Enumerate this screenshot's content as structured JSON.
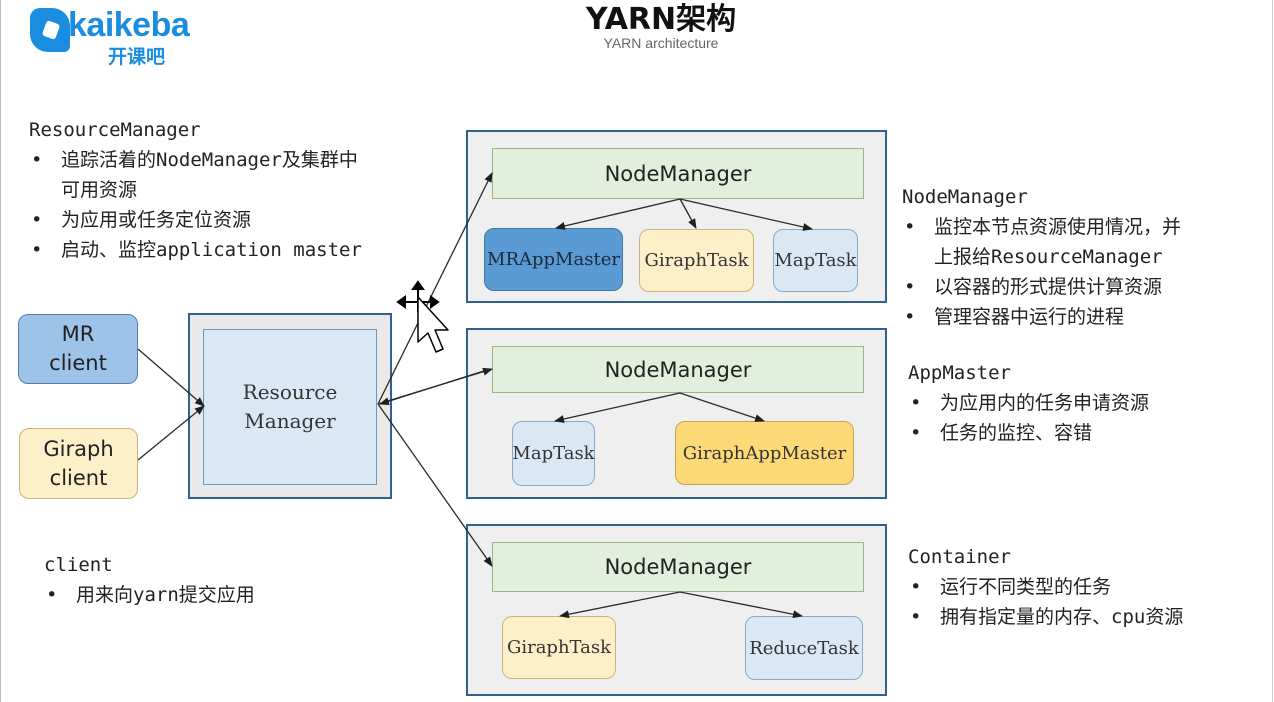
{
  "logo": {
    "brand": "kaikeba",
    "sub": "开课吧"
  },
  "header": {
    "title": "YARN架构",
    "subtitle": "YARN architecture"
  },
  "resource_manager_desc": {
    "heading": "ResourceManager",
    "items": [
      "追踪活着的NodeManager及集群中",
      "可用资源",
      "为应用或任务定位资源",
      "启动、监控application master"
    ]
  },
  "client_desc": {
    "heading": "client",
    "items": [
      "用来向yarn提交应用"
    ]
  },
  "node_manager_desc": {
    "heading": "NodeManager",
    "items": [
      "监控本节点资源使用情况，并",
      "上报给ResourceManager",
      "以容器的形式提供计算资源",
      "管理容器中运行的进程"
    ]
  },
  "app_master_desc": {
    "heading": "AppMaster",
    "items": [
      "为应用内的任务申请资源",
      "任务的监控、容错"
    ]
  },
  "container_desc": {
    "heading": "Container",
    "items": [
      "运行不同类型的任务",
      "拥有指定量的内存、cpu资源"
    ]
  },
  "clients": {
    "mr": [
      "MR",
      "client"
    ],
    "giraph": [
      "Giraph",
      "client"
    ]
  },
  "resource_manager_box": {
    "line1": "Resource",
    "line2": "Manager"
  },
  "nodes": [
    {
      "label": "NodeManager",
      "tasks": [
        "MRAppMaster",
        "GiraphTask",
        "MapTask"
      ]
    },
    {
      "label": "NodeManager",
      "tasks": [
        "MapTask",
        "GiraphAppMaster"
      ]
    },
    {
      "label": "NodeManager",
      "tasks": [
        "GiraphTask",
        "ReduceTask"
      ]
    }
  ],
  "colors": {
    "cluster_border": "#31628f",
    "node_manager_fill": "#e3efdd",
    "task_blue": "#dae8f6",
    "task_yellow": "#fdf0c9",
    "app_master_blue": "#5b9bd5",
    "app_master_yellow": "#fdd978",
    "logo_blue": "#1a8de0"
  },
  "icons": [
    "move-cursor-icon",
    "arrow-pointer-icon"
  ]
}
